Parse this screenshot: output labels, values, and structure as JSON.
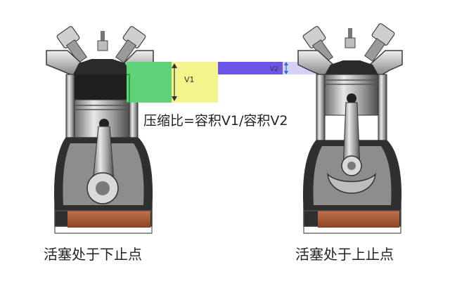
{
  "labels": {
    "v1": "V1",
    "v2": "V2",
    "formula": "压缩比=容积V1/容积V2",
    "left_caption": "活塞处于下止点",
    "right_caption": "活塞处于上止点"
  },
  "colors": {
    "v1_combustion_chamber": "#5fd37a",
    "v1_stroke_volume": "#f3f48a",
    "v2_band": "#6b55e6",
    "oil": "#a55a32",
    "engine_dark": "#2b2b2b",
    "engine_mid": "#8d8d8d",
    "engine_light": "#dedede",
    "arrow": "#1f6fd8"
  }
}
